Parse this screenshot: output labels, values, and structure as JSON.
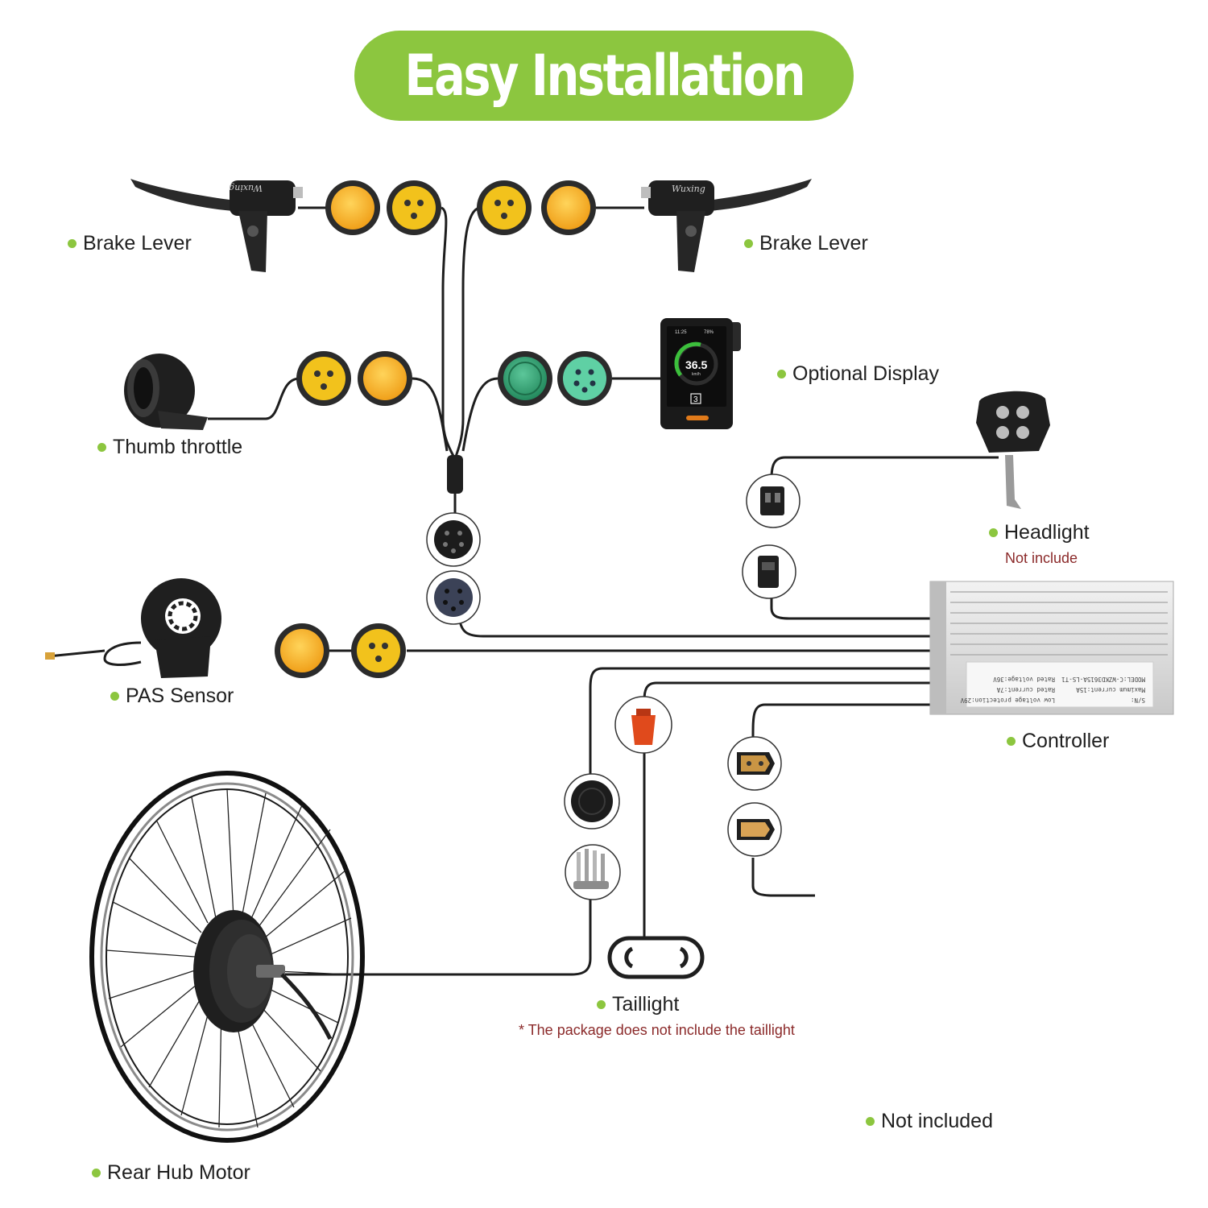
{
  "title": "Easy Installation",
  "labels": {
    "brake_lever_left": "Brake Lever",
    "brake_lever_right": "Brake Lever",
    "optional_display": "Optional Display",
    "thumb_throttle": "Thumb throttle",
    "headlight": "Headlight",
    "headlight_note": "Not include",
    "pas_sensor": "PAS Sensor",
    "controller": "Controller",
    "taillight": "Taillight",
    "taillight_note": "* The package does not include the taillight",
    "not_included": "Not included",
    "rear_hub_motor": "Rear Hub Motor"
  },
  "brand_marks": {
    "brake_lever": "Wuxing"
  },
  "display_readout": {
    "speed": "36.5",
    "unit": "km/h",
    "level": "3",
    "clock": "11:25",
    "battery": "78%"
  },
  "controller_sticker": {
    "line1": "S/N:",
    "line2": "Maximum current:15A",
    "line3": "MODEL:C-WZKD3615A-LS-T1",
    "line4": "Low voltage protection:29V",
    "line5": "Rated current:7A",
    "line6": "Rated voltage:36V"
  },
  "colors": {
    "accent_green": "#8cc63f",
    "connector_yellow": "#f5b21c",
    "connector_green": "#3aa57a",
    "wire": "#1e1e1e",
    "note_red": "#8b2a2a",
    "plug_red": "#e04a1c"
  }
}
